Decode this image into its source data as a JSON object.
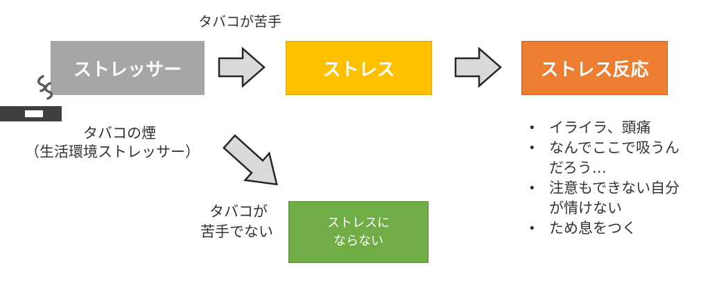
{
  "top_caption": "タバコが苦手",
  "flow": {
    "stressor_label": "ストレッサー",
    "stress_label": "ストレス",
    "reaction_label": "ストレス反応"
  },
  "smoke_caption": {
    "line1": "タバコの煙",
    "line2": "（生活環境ストレッサー）"
  },
  "alt_condition": {
    "line1": "タバコが",
    "line2": "苦手でない"
  },
  "no_stress_box": {
    "line1": "ストレスに",
    "line2": "ならない"
  },
  "reactions": [
    {
      "line1": "イライラ、頭痛",
      "line2": ""
    },
    {
      "line1": "なんでここで吸うん",
      "line2": "だろう…"
    },
    {
      "line1": "注意もできない自分",
      "line2": "が情けない"
    },
    {
      "line1": "ため息をつく",
      "line2": ""
    }
  ],
  "colors": {
    "stressor": "#a6a6a6",
    "stress": "#ffc000",
    "reaction": "#ed7d31",
    "no_stress": "#70ad47",
    "arrow_fill": "#d9d9d9",
    "arrow_stroke": "#262626"
  },
  "icons": {
    "cigarette": "cigarette-icon",
    "smoke": "smoke-icon"
  }
}
